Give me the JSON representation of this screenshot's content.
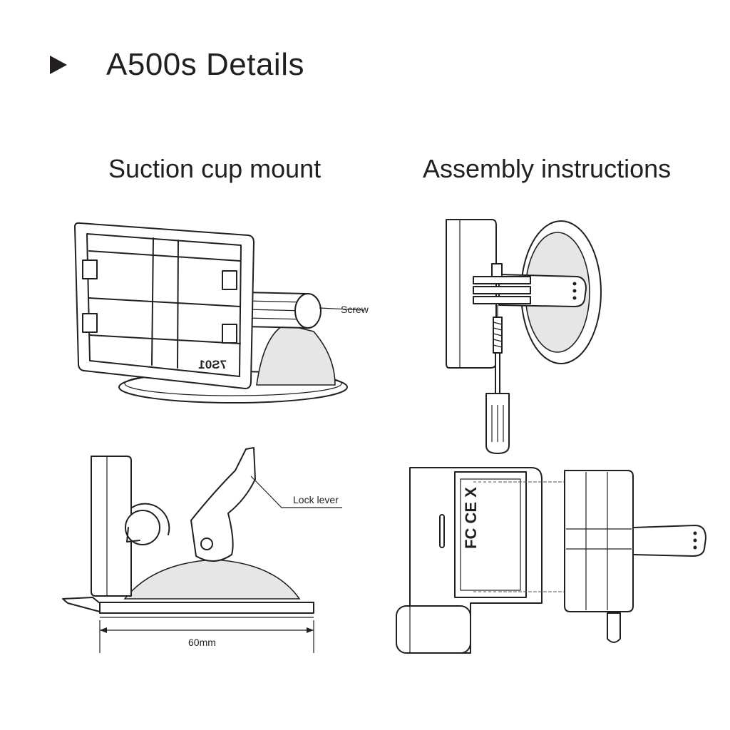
{
  "header": {
    "title": "A500s Details"
  },
  "sections": {
    "left_title": "Suction cup mount",
    "right_title": "Assembly instructions"
  },
  "callouts": {
    "screw": "Screw",
    "lock_lever": "Lock lever",
    "width": "60mm"
  },
  "model_mark": "7S01"
}
